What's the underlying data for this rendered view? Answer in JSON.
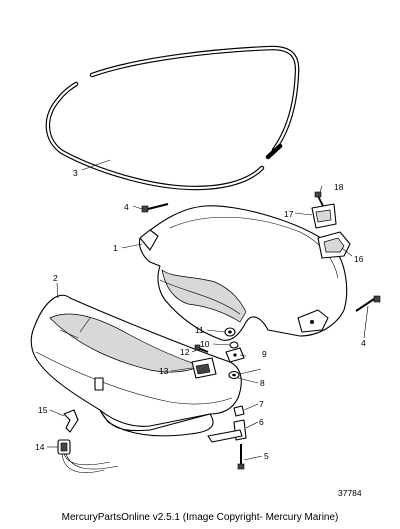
{
  "diagram": {
    "reference_number": "37784",
    "callouts": [
      "1",
      "2",
      "3",
      "4",
      "4",
      "5",
      "6",
      "7",
      "8",
      "9",
      "10",
      "11",
      "12",
      "13",
      "14",
      "15",
      "16",
      "17",
      "18"
    ]
  },
  "footer": {
    "text": "MercuryPartsOnline v2.5.1 (Image Copyright- Mercury Marine)"
  }
}
